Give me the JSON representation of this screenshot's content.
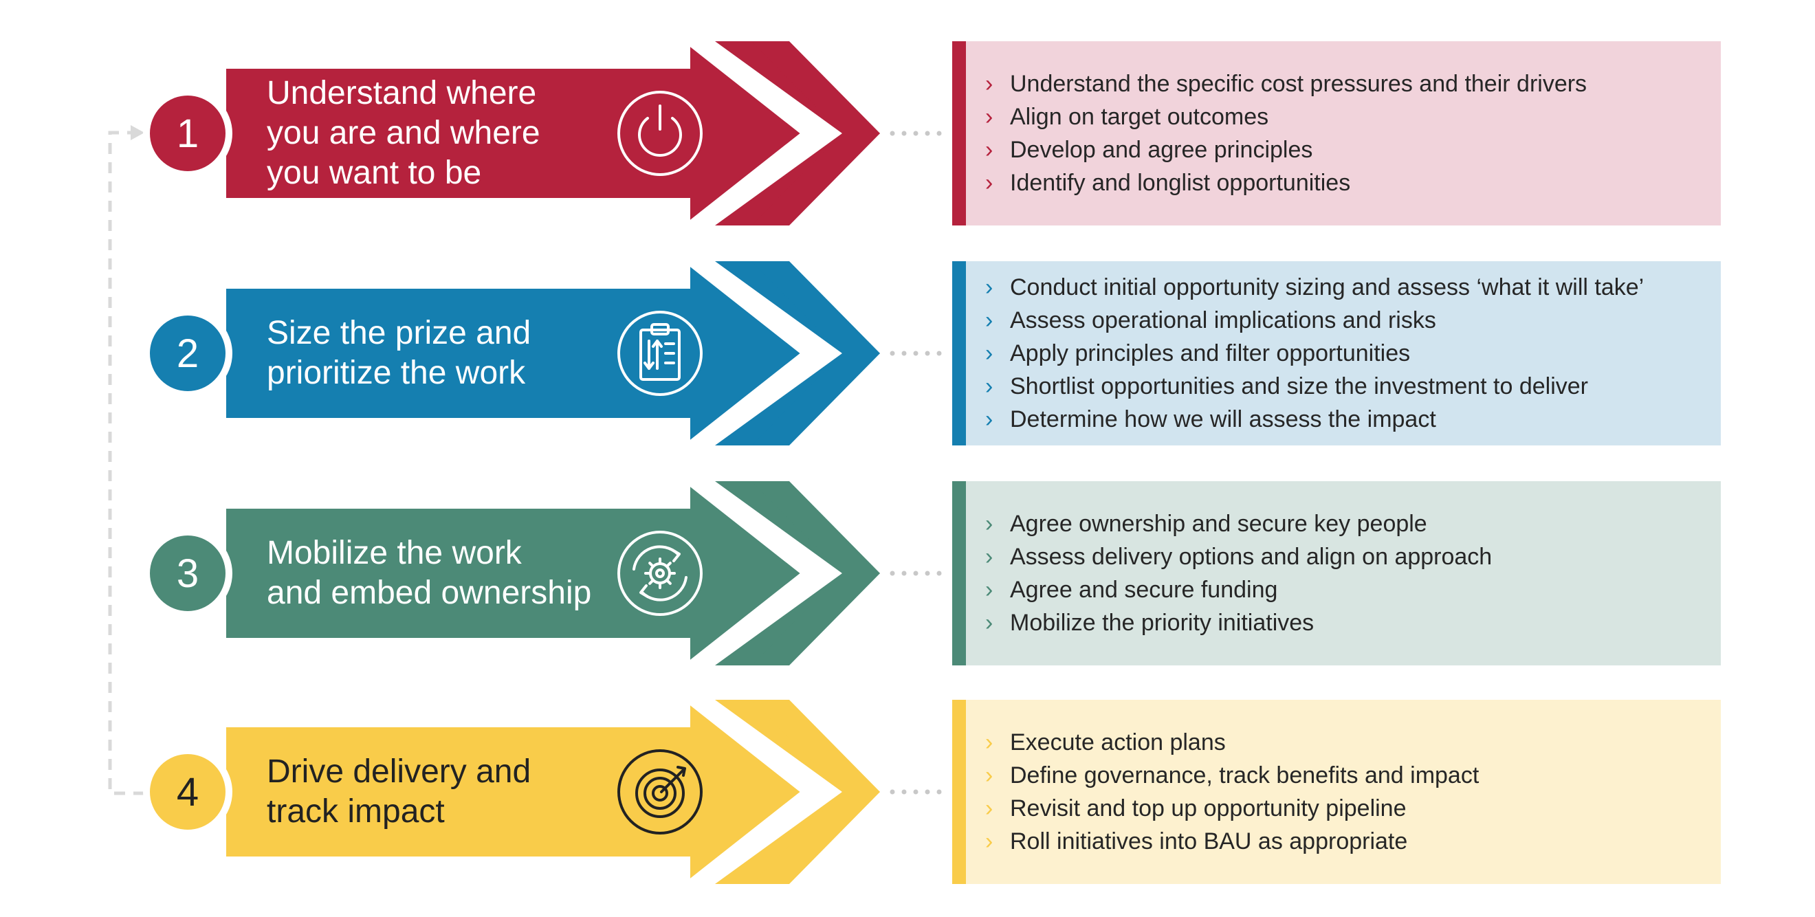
{
  "colors": {
    "red": "#b5223d",
    "blue": "#157fb0",
    "green": "#4c8a77",
    "yellow": "#f9cc4a",
    "red_bg": "#f1d3db",
    "blue_bg": "#d1e4ef",
    "green_bg": "#d8e5e1",
    "yellow_bg": "#fdf1cf"
  },
  "steps": [
    {
      "number": "1",
      "title_lines": [
        "Understand where",
        "you are and where",
        "you want to be"
      ],
      "icon": "power-icon",
      "color": "#b5223d",
      "panel_bg": "#f1d3db",
      "bullets": [
        "Understand the specific cost pressures and their drivers",
        "Align on target outcomes",
        "Develop and agree principles",
        "Identify and longlist opportunities"
      ]
    },
    {
      "number": "2",
      "title_lines": [
        "Size the prize and",
        "prioritize the work"
      ],
      "icon": "clipboard-icon",
      "color": "#157fb0",
      "panel_bg": "#d1e4ef",
      "bullets": [
        "Conduct initial opportunity sizing and assess ‘what it will take’",
        "Assess operational implications and risks",
        "Apply principles and filter opportunities",
        "Shortlist opportunities and size the investment to deliver",
        "Determine how we will assess the impact"
      ]
    },
    {
      "number": "3",
      "title_lines": [
        "Mobilize the work",
        "and embed ownership"
      ],
      "icon": "gear-cycle-icon",
      "color": "#4c8a77",
      "panel_bg": "#d8e5e1",
      "bullets": [
        "Agree ownership and secure key people",
        "Assess delivery options and align on approach",
        "Agree and secure funding",
        "Mobilize the priority initiatives"
      ]
    },
    {
      "number": "4",
      "title_lines": [
        "Drive delivery and",
        "track impact"
      ],
      "icon": "target-icon",
      "color": "#f9cc4a",
      "panel_bg": "#fdf1cf",
      "bullets": [
        "Execute action plans",
        "Define governance, track benefits and impact",
        "Revisit and top up opportunity pipeline",
        "Roll initiatives into BAU as appropriate"
      ]
    }
  ]
}
